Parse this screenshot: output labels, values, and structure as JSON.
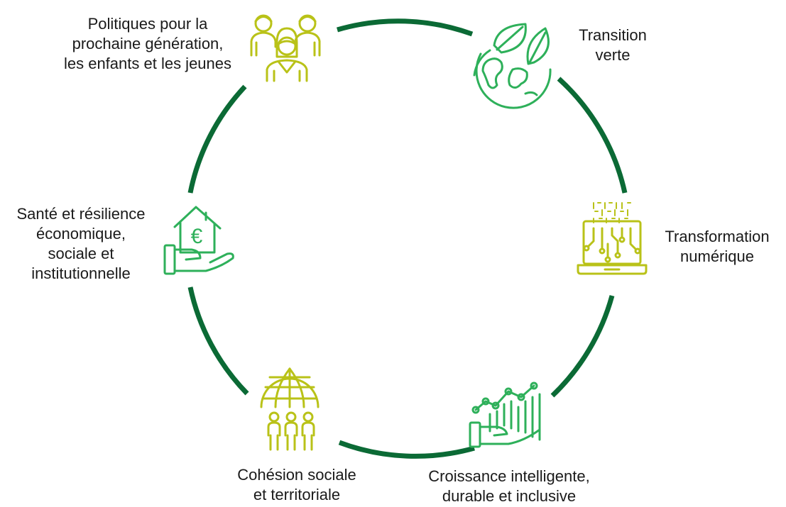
{
  "colors": {
    "ring": "#0b6a35",
    "icon_green": "#2eb05a",
    "icon_olive": "#b9c218",
    "text": "#1a1a1a"
  },
  "pillars": [
    {
      "id": "green-transition",
      "icon": "earth-leaf-icon",
      "label_lines": [
        "Transition",
        "verte"
      ]
    },
    {
      "id": "digital-transformation",
      "icon": "laptop-circuit-icon",
      "label_lines": [
        "Transformation",
        "numérique"
      ]
    },
    {
      "id": "smart-growth",
      "icon": "hand-growth-chart-icon",
      "label_lines": [
        "Croissance intelligente,",
        "durable et inclusive"
      ]
    },
    {
      "id": "social-cohesion",
      "icon": "globe-people-icon",
      "label_lines": [
        "Cohésion sociale",
        "et territoriale"
      ]
    },
    {
      "id": "health-resilience",
      "icon": "hand-house-euro-icon",
      "label_lines": [
        "Santé et résilience",
        "économique,",
        "sociale et",
        "institutionnelle"
      ]
    },
    {
      "id": "next-generation",
      "icon": "family-group-icon",
      "label_lines": [
        "Politiques pour la",
        "prochaine génération,",
        "les enfants et les jeunes"
      ]
    }
  ],
  "icons": {
    "euro_symbol": "€"
  }
}
